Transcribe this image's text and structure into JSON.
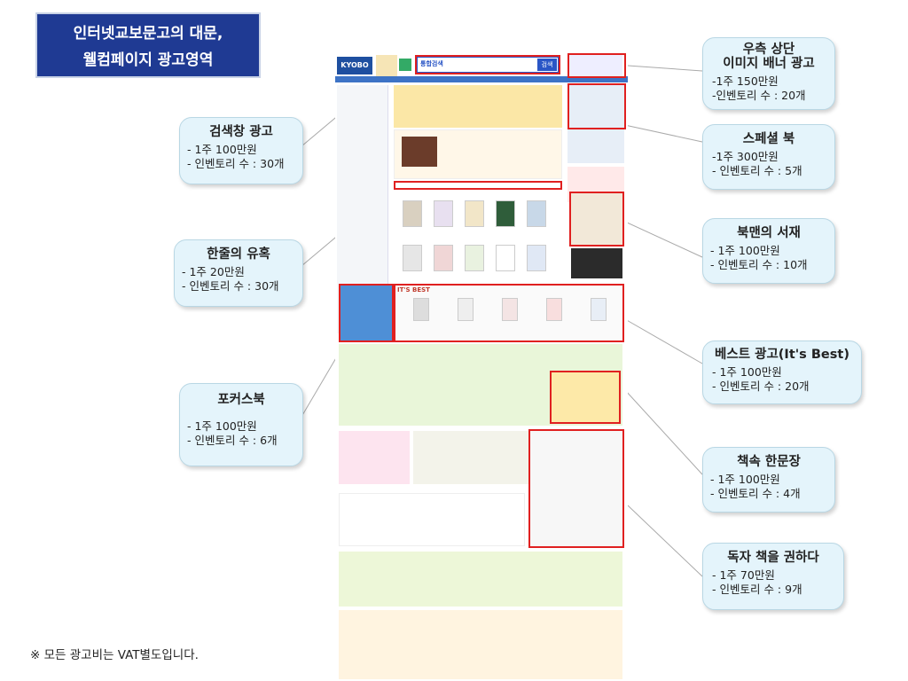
{
  "title": {
    "line1": "인터넷교보문고의 대문,",
    "line2": "웰컴페이지 광고영역"
  },
  "callouts": {
    "top_right": {
      "head1": "우측 상단",
      "head2": "이미지 배너 광고",
      "price": "-1주 150만원",
      "inventory": "-인벤토리 수 : 20개"
    },
    "special_book": {
      "head": "스페셜 북",
      "price": "-1주 300만원",
      "inventory": " - 인벤토리 수 : 5개"
    },
    "bookman": {
      "head": "북맨의 서재",
      "price": "- 1주 100만원",
      "inventory": "- 인벤토리 수 : 10개"
    },
    "best": {
      "head": "베스트 광고(It's Best)",
      "price": " - 1주 100만원",
      "inventory": " - 인벤토리 수 : 20개"
    },
    "sentence": {
      "head": "책속 한문장",
      "price": "- 1주 100만원",
      "inventory": "- 인벤토리 수 : 4개"
    },
    "reader": {
      "head": "독자 책을 권하다",
      "price": " - 1주 70만원",
      "inventory": " - 인벤토리 수 : 9개"
    },
    "search": {
      "head": "검색창 광고",
      "price": "- 1주 100만원",
      "inventory": "- 인벤토리 수 : 30개"
    },
    "oneline": {
      "head": "한줄의 유혹",
      "price": "- 1주 20만원",
      "inventory": "- 인벤토리 수 : 30개"
    },
    "focus": {
      "head": "포커스북",
      "price": "- 1주 100만원",
      "inventory": "- 인벤토리 수 : 6개"
    }
  },
  "note": "※ 모든 광고비는 VAT별도입니다.",
  "screenshot": {
    "logo": "KYOBO",
    "search_label": "통합검색",
    "search_button": "검색",
    "best_label": "IT'S BEST"
  },
  "colors": {
    "title_bg": "#1f3a93",
    "callout_bg": "#e4f4fb",
    "highlight": "#e02020"
  }
}
